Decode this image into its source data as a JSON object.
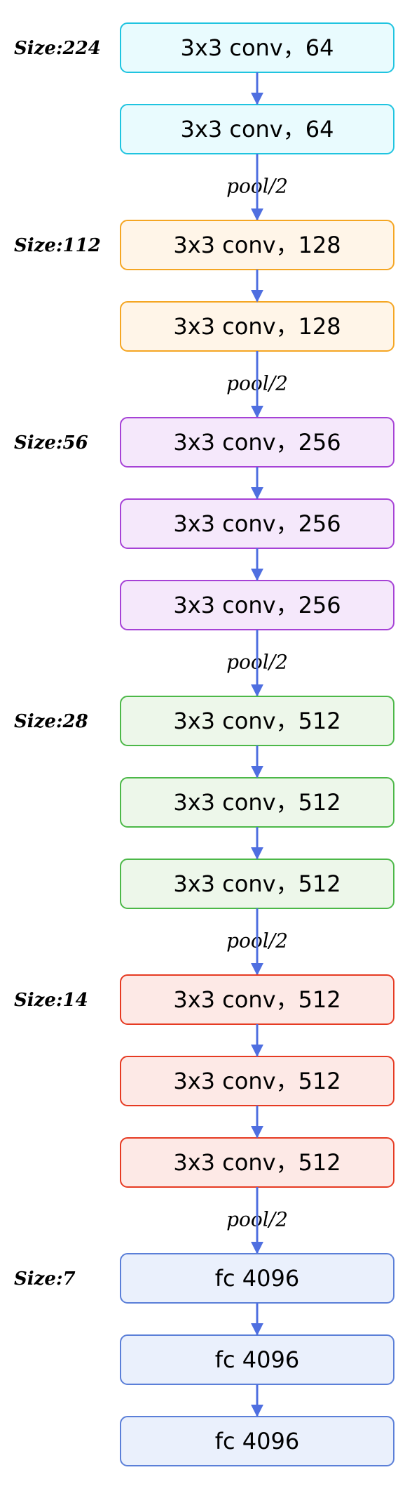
{
  "diagram": {
    "arrow_color": "#4f6fe0",
    "groups": [
      {
        "size_label": "Size:224",
        "fill": "#e9fbfe",
        "stroke": "#1fc4e0",
        "layers": [
          "3x3 conv，64",
          "3x3 conv，64"
        ],
        "pool_label": "pool/2"
      },
      {
        "size_label": "Size:112",
        "fill": "#fff5e8",
        "stroke": "#f5a623",
        "layers": [
          "3x3 conv，128",
          "3x3 conv，128"
        ],
        "pool_label": "pool/2"
      },
      {
        "size_label": "Size:56",
        "fill": "#f5e8fb",
        "stroke": "#a642d6",
        "layers": [
          "3x3 conv，256",
          "3x3 conv，256",
          "3x3 conv，256"
        ],
        "pool_label": "pool/2"
      },
      {
        "size_label": "Size:28",
        "fill": "#edf7ea",
        "stroke": "#4cb848",
        "layers": [
          "3x3 conv，512",
          "3x3 conv，512",
          "3x3 conv，512"
        ],
        "pool_label": "pool/2"
      },
      {
        "size_label": "Size:14",
        "fill": "#fde9e6",
        "stroke": "#e63a22",
        "layers": [
          "3x3 conv，512",
          "3x3 conv，512",
          "3x3 conv，512"
        ],
        "pool_label": "pool/2"
      },
      {
        "size_label": "Size:7",
        "fill": "#eaf0fc",
        "stroke": "#5b7fd8",
        "layers": [
          "fc 4096",
          "fc 4096",
          "fc 4096"
        ],
        "pool_label": ""
      }
    ]
  }
}
